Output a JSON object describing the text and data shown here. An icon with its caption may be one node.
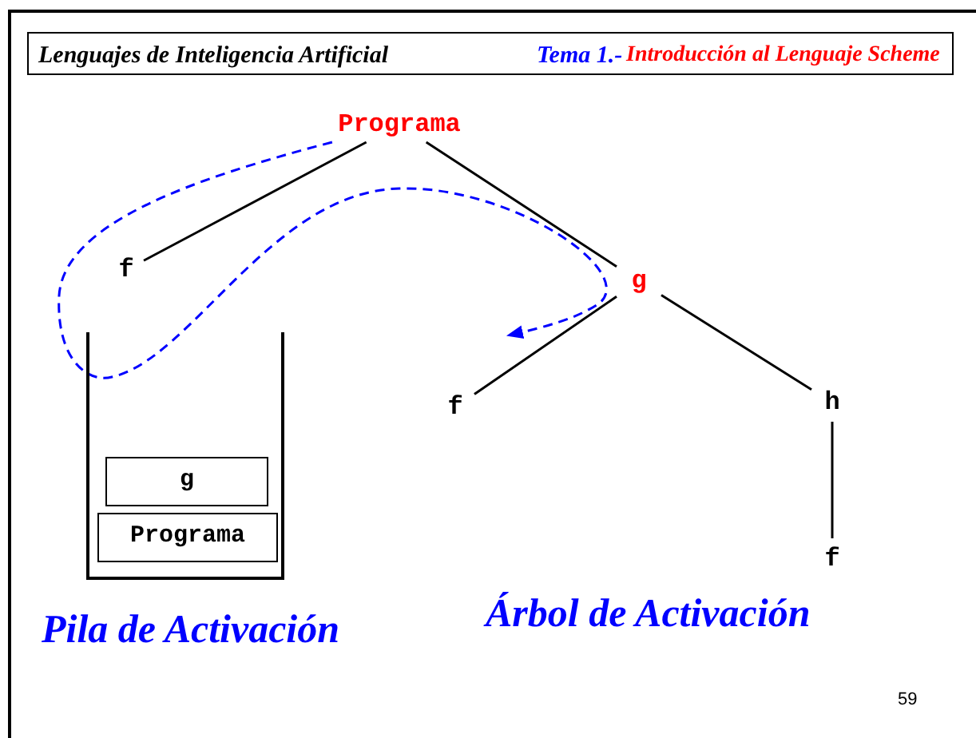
{
  "diagram": {
    "nodes": [
      {
        "text": [
          "Programa"
        ]
      },
      {
        "text": [
          "f"
        ]
      },
      {
        "text": [
          "g"
        ]
      },
      {
        "text": [
          "f"
        ]
      },
      {
        "text": [
          "h"
        ]
      },
      {
        "text": [
          "f"
        ]
      },
      {
        "text": [],
        "shape": "box"
      },
      {
        "text": [
          "g"
        ],
        "in": 6
      },
      {
        "text": [
          "Programa"
        ],
        "in": 6
      }
    ],
    "edges": [
      {
        "from": 0,
        "to": 1,
        "arrow": "none"
      },
      {
        "from": 0,
        "to": 2,
        "arrow": "none"
      },
      {
        "from": 2,
        "to": 3,
        "arrow": "none"
      },
      {
        "from": 2,
        "to": 4,
        "arrow": "none"
      },
      {
        "from": 4,
        "to": 5,
        "arrow": "none"
      },
      {
        "from": 0,
        "to": null,
        "arrow": "to",
        "style": "dashed",
        "color": "#0000ff"
      }
    ],
    "labels": [
      "Lenguajes de Inteligencia Artificial",
      "Tema 1.-",
      "Introducción al Lenguaje Scheme",
      "Pila de Activación",
      "Árbol de Activación",
      "59"
    ]
  }
}
